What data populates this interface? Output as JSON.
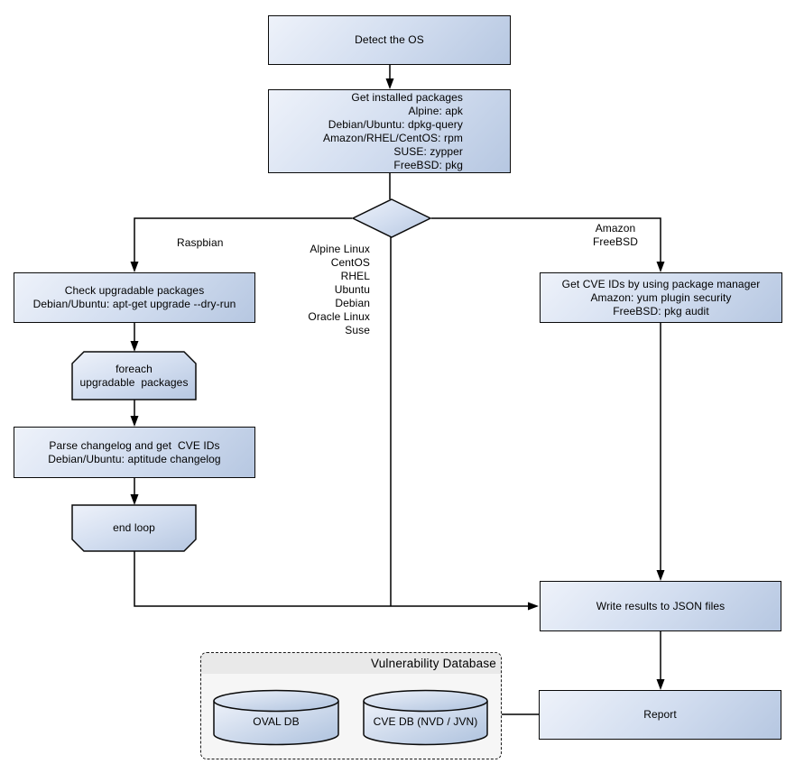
{
  "diagram": {
    "nodes": {
      "detect_os": {
        "label": "Detect the OS"
      },
      "get_installed_packages": {
        "lines": [
          "Get installed packages",
          "Alpine: apk",
          "Debian/Ubuntu: dpkg-query",
          "Amazon/RHEL/CentOS: rpm",
          "SUSE: zypper",
          "FreeBSD: pkg"
        ]
      },
      "check_upgradable": {
        "lines": [
          "Check upgradable packages",
          "Debian/Ubuntu: apt-get upgrade --dry-run"
        ]
      },
      "foreach_loop": {
        "lines": [
          "foreach",
          "upgradable  packages"
        ]
      },
      "parse_changelog": {
        "lines": [
          "Parse changelog and get  CVE IDs",
          "Debian/Ubuntu: aptitude changelog"
        ]
      },
      "end_loop": {
        "label": "end loop"
      },
      "get_cve_ids": {
        "lines": [
          "Get CVE IDs by using package manager",
          "Amazon: yum plugin security",
          "FreeBSD: pkg audit"
        ]
      },
      "write_results": {
        "label": "Write results to JSON files"
      },
      "report": {
        "label": "Report"
      }
    },
    "edge_labels": {
      "raspbian": "Raspbian",
      "os_list": [
        "Alpine Linux",
        "CentOS",
        "RHEL",
        "Ubuntu",
        "Debian",
        "Oracle Linux",
        "Suse"
      ],
      "amazon_freebsd": [
        "Amazon",
        "FreeBSD"
      ]
    },
    "group": {
      "title": "Vulnerability Database",
      "cylinders": {
        "oval_db": "OVAL DB",
        "cve_db": "CVE DB (NVD / JVN)"
      }
    },
    "colors": {
      "node_fill_light": "#eef2fa",
      "node_fill_dark": "#b6c7e1",
      "node_border": "#0a0a0a",
      "line": "#000000",
      "group_background": "#f6f6f6",
      "group_header": "#e9e9e9",
      "canvas_background": "#ffffff"
    }
  }
}
